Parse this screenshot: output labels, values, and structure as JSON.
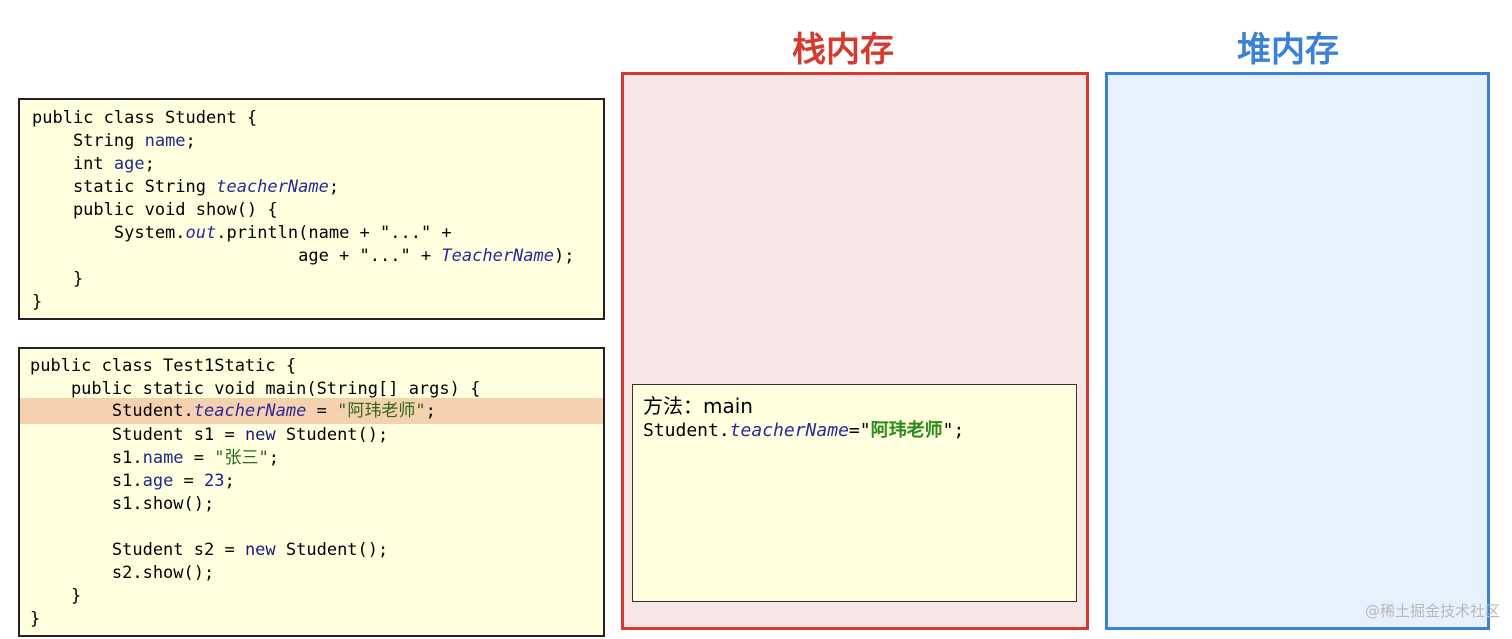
{
  "stack_title": "栈内存",
  "heap_title": "堆内存",
  "colors": {
    "stack_title": "#d43a2f",
    "heap_title": "#3b82d4",
    "highlight": "#f6d1b0"
  },
  "student_code": {
    "l1a": "public class Student {",
    "l2a": "    String ",
    "l2b": "name",
    "l2c": ";",
    "l3a": "    int ",
    "l3b": "age",
    "l3c": ";",
    "l4a": "    static String ",
    "l4b": "teacherName",
    "l4c": ";",
    "l5a": "    public void show() {",
    "l6a": "        System.",
    "l6b": "out",
    "l6c": ".println(name + \"...\" +",
    "l7a": "                          age + \"...\" + ",
    "l7b": "TeacherName",
    "l7c": ");",
    "l8a": "    }",
    "l9a": "}"
  },
  "test_code": {
    "l1a": "public class Test1Static {",
    "l2a": "    public static void main(String[] args) {",
    "l3a": "        Student.",
    "l3b": "teacherName",
    "l3c": " = ",
    "l3d": "\"阿玮老师\"",
    "l3e": ";",
    "l4a": "        Student s1 = ",
    "l4b": "new",
    "l4c": " Student();",
    "l5a": "        s1.",
    "l5b": "name",
    "l5c": " = ",
    "l5d": "\"张三\"",
    "l5e": ";",
    "l6a": "        s1.",
    "l6b": "age",
    "l6c": " = ",
    "l6d": "23",
    "l6e": ";",
    "l7a": "        s1.show();",
    "l8a": "",
    "l9a": "        Student s2 = ",
    "l9b": "new",
    "l9c": " Student();",
    "l10a": "        s2.show();",
    "l11a": "    }",
    "l12a": "}"
  },
  "stack_frame": {
    "title": "方法：main",
    "stmt_a": "Student.",
    "stmt_b": "teacherName",
    "stmt_c": "=\"",
    "stmt_d": "阿玮老师",
    "stmt_e": "\";"
  },
  "watermark": "@稀土掘金技术社区"
}
